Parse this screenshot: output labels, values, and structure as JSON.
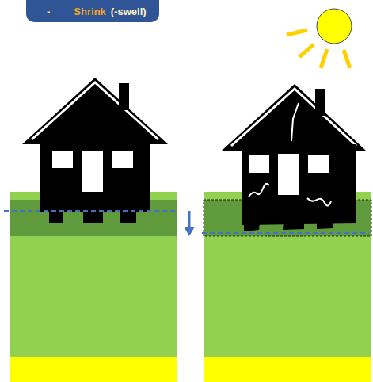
{
  "diagram": {
    "nodes": [
      {
        "text": [
          "-",
          "Shrink",
          "(-swell)"
        ]
      }
    ]
  }
}
